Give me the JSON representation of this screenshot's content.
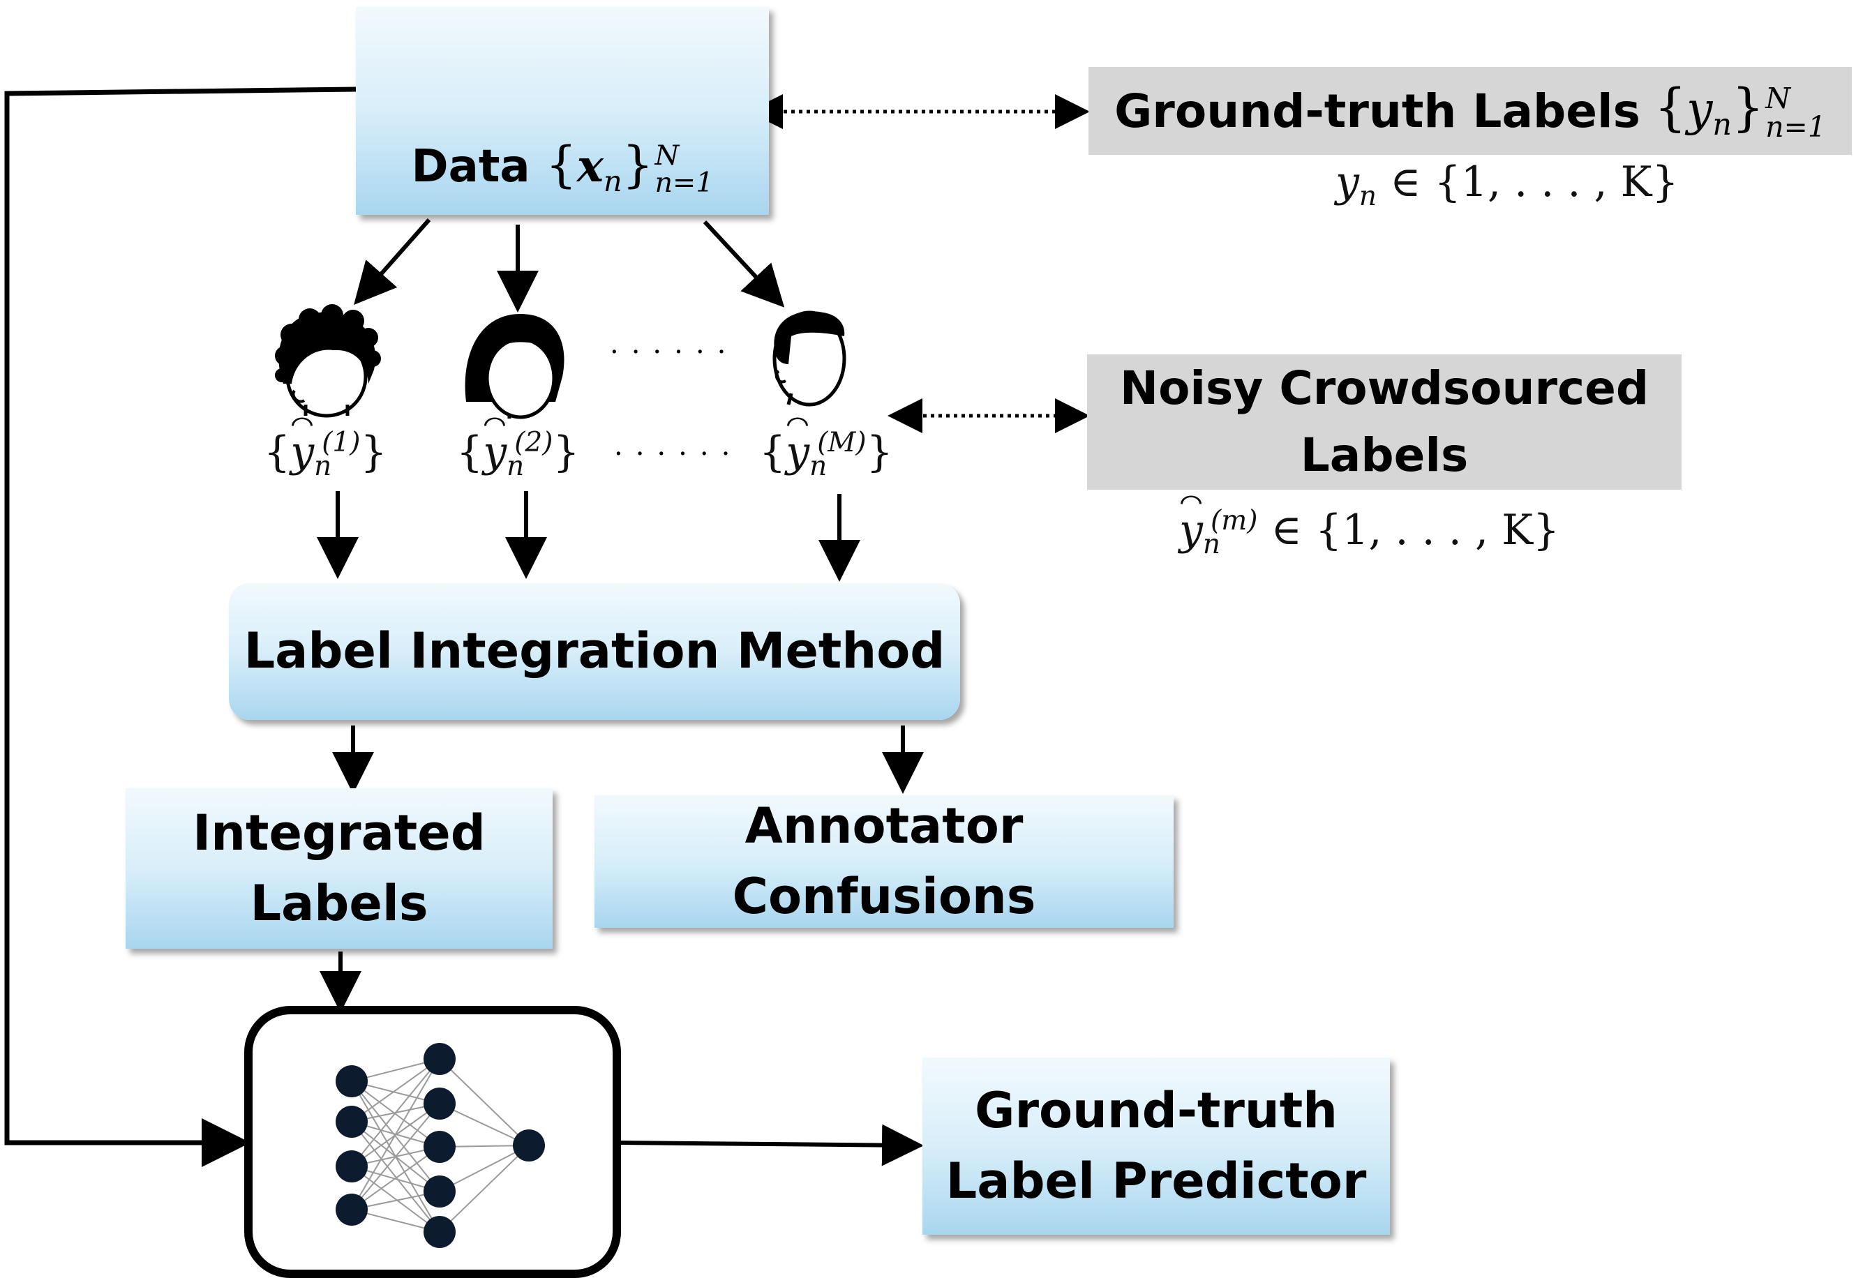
{
  "data_box": {
    "label": "Data",
    "math_var": "x",
    "subscript": "n",
    "sup": "N",
    "sub_range": "n=1"
  },
  "gt_labels_box": {
    "label": "Ground-truth Labels",
    "math_var": "y",
    "subscript": "n",
    "sup": "N",
    "sub_range": "n=1"
  },
  "gt_domain": "y",
  "gt_domain_sub": "n",
  "gt_domain_set": "∈ {1, . . . , K}",
  "noisy_box": {
    "line1": "Noisy Crowdsourced",
    "line2": "Labels"
  },
  "noisy_domain_var": "y",
  "noisy_domain_sub": "n",
  "noisy_domain_sup": "(m)",
  "noisy_domain_set": "∈ {1, . . . , K}",
  "annotator_labels": [
    {
      "sup": "(1)"
    },
    {
      "sup": "(2)"
    },
    {
      "sup": "(M)"
    }
  ],
  "ellipsis": "......",
  "label_integration": "Label Integration Method",
  "integrated_labels": {
    "line1": "Integrated",
    "line2": "Labels"
  },
  "annotator_confusions": {
    "line1": "Annotator",
    "line2": "Confusions"
  },
  "predictor": {
    "line1": "Ground-truth",
    "line2": "Label Predictor"
  },
  "icons": {
    "annotators": [
      "curly-hair-person-icon",
      "bob-hair-person-icon",
      "short-hair-person-icon"
    ],
    "data_thumbnails": "image-stack-icon",
    "network": "neural-network-icon"
  },
  "colors": {
    "box_gradient_top": "#f2f9fd",
    "box_gradient_bottom": "#a8d6ef",
    "grey_box": "#d6d6d6",
    "node": "#0d1b2e"
  }
}
